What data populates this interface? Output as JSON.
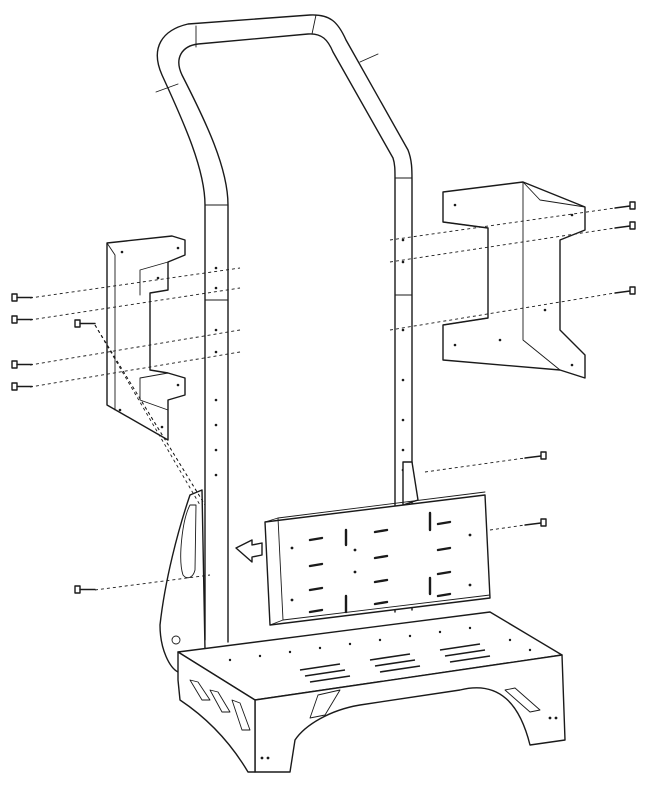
{
  "diagram": {
    "kind": "exploded-assembly",
    "parts": [
      "handle-frame",
      "left-bracket",
      "right-bracket",
      "mounting-plate",
      "base-platform",
      "bolts"
    ],
    "colors": {
      "line": "#1a1a1a",
      "background": "#ffffff"
    },
    "icons": {
      "direction-arrow": "arrow-right-icon"
    }
  }
}
